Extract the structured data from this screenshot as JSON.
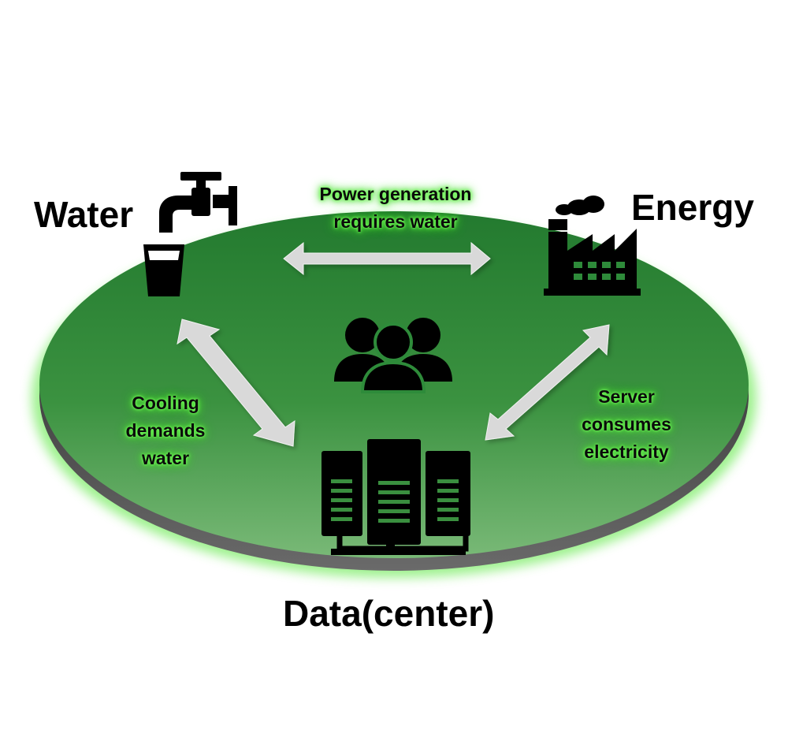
{
  "nodes": {
    "water": "Water",
    "energy": "Energy",
    "datacenter": "Data(center)"
  },
  "edges": {
    "water_energy": "Power generation\nrequires water",
    "water_datacenter": "Cooling\ndemands\nwater",
    "energy_datacenter": "Server\nconsumes\nelectricity"
  },
  "icons": [
    "water-tap-icon",
    "water-glass-icon",
    "factory-icon",
    "people-group-icon",
    "server-rack-icon"
  ],
  "colors": {
    "disc_top": "#2e8b3a",
    "disc_bottom": "#6fb46e",
    "disc_rim": "#3d3d3d",
    "glow": "#63f24a",
    "arrow": "#d9d9d9",
    "icon": "#000000"
  }
}
